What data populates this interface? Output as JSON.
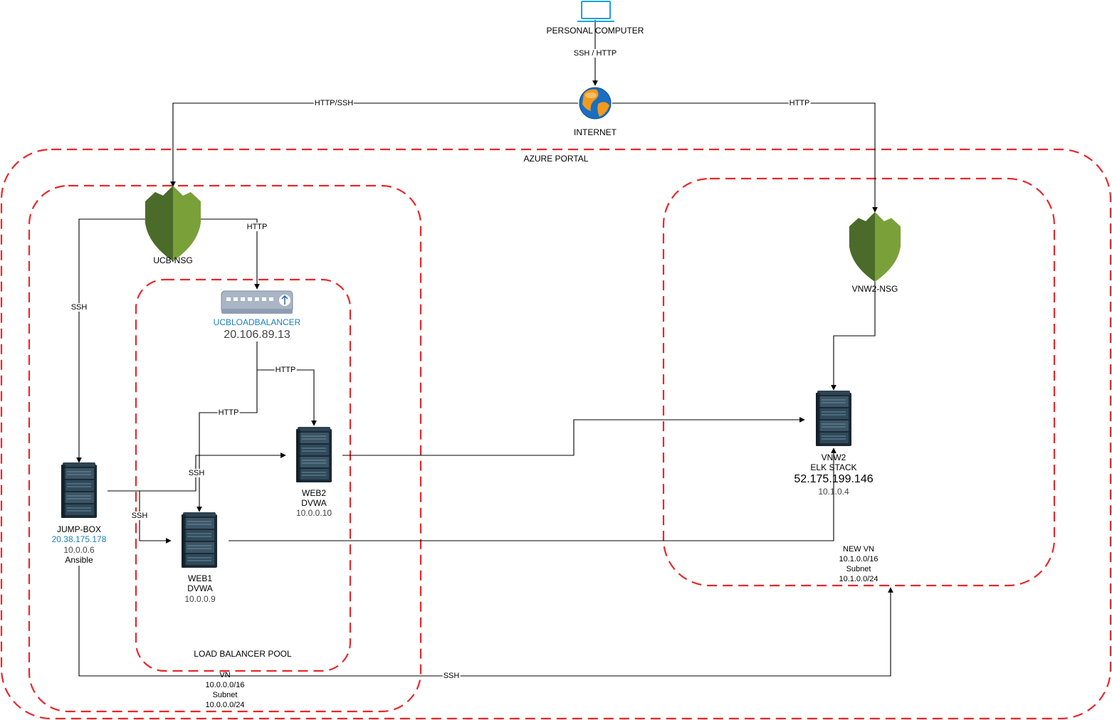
{
  "zones": {
    "azure_portal": "AZURE PORTAL",
    "load_balancer_pool": "LOAD BALANCER POOL",
    "vn": [
      "VN",
      "10.0.0.0/16",
      "Subnet",
      "10.0.0.0/24"
    ],
    "new_vn": [
      "NEW VN",
      "10.1.0.0/16",
      "Subnet",
      "10.1.0.0/24"
    ]
  },
  "nodes": {
    "personal_computer": {
      "label": "PERSONAL COMPUTER",
      "icon": "laptop-icon"
    },
    "internet": {
      "label": "INTERNET",
      "icon": "globe-icon"
    },
    "ucb_nsg": {
      "label": "UCB-NSG",
      "icon": "shield-icon"
    },
    "vnw2_nsg": {
      "label": "VNW2-NSG",
      "icon": "shield-icon"
    },
    "load_balancer": {
      "name": "UCBLOADBALANCER",
      "ip": "20.106.89.13",
      "icon": "load-balancer-icon"
    },
    "jump_box": {
      "name": "JUMP-BOX",
      "public_ip": "20.38.175.178",
      "private_ip": "10.0.0.6",
      "role": "Ansible",
      "icon": "server-icon"
    },
    "web1": {
      "name": "WEB1",
      "app": "DVWA",
      "ip": "10.0.0.9",
      "icon": "server-icon"
    },
    "web2": {
      "name": "WEB2",
      "app": "DVWA",
      "ip": "10.0.0.10",
      "icon": "server-icon"
    },
    "vnw2": {
      "name": "VNW2",
      "app": "ELK STACK",
      "public_ip": "52.175.199.146",
      "ip": "10.1.0.4",
      "icon": "server-icon"
    }
  },
  "edges": {
    "pc_internet": "SSH / HTTP",
    "internet_ucb": "HTTP/SSH",
    "internet_vnw2": "HTTP",
    "nsg_lb": "HTTP",
    "nsg_jump": "SSH",
    "lb_web2": "HTTP",
    "lb_web1": "HTTP",
    "jump_web2": "SSH",
    "jump_web1": "SSH",
    "jump_newvn": "SSH"
  },
  "colors": {
    "zone_border": "#e8282b",
    "nsg_dark": "#4b6b2a",
    "nsg_light": "#7aa03a",
    "laptop": "#1ba1e2",
    "link_text": "#1a7fc1"
  }
}
